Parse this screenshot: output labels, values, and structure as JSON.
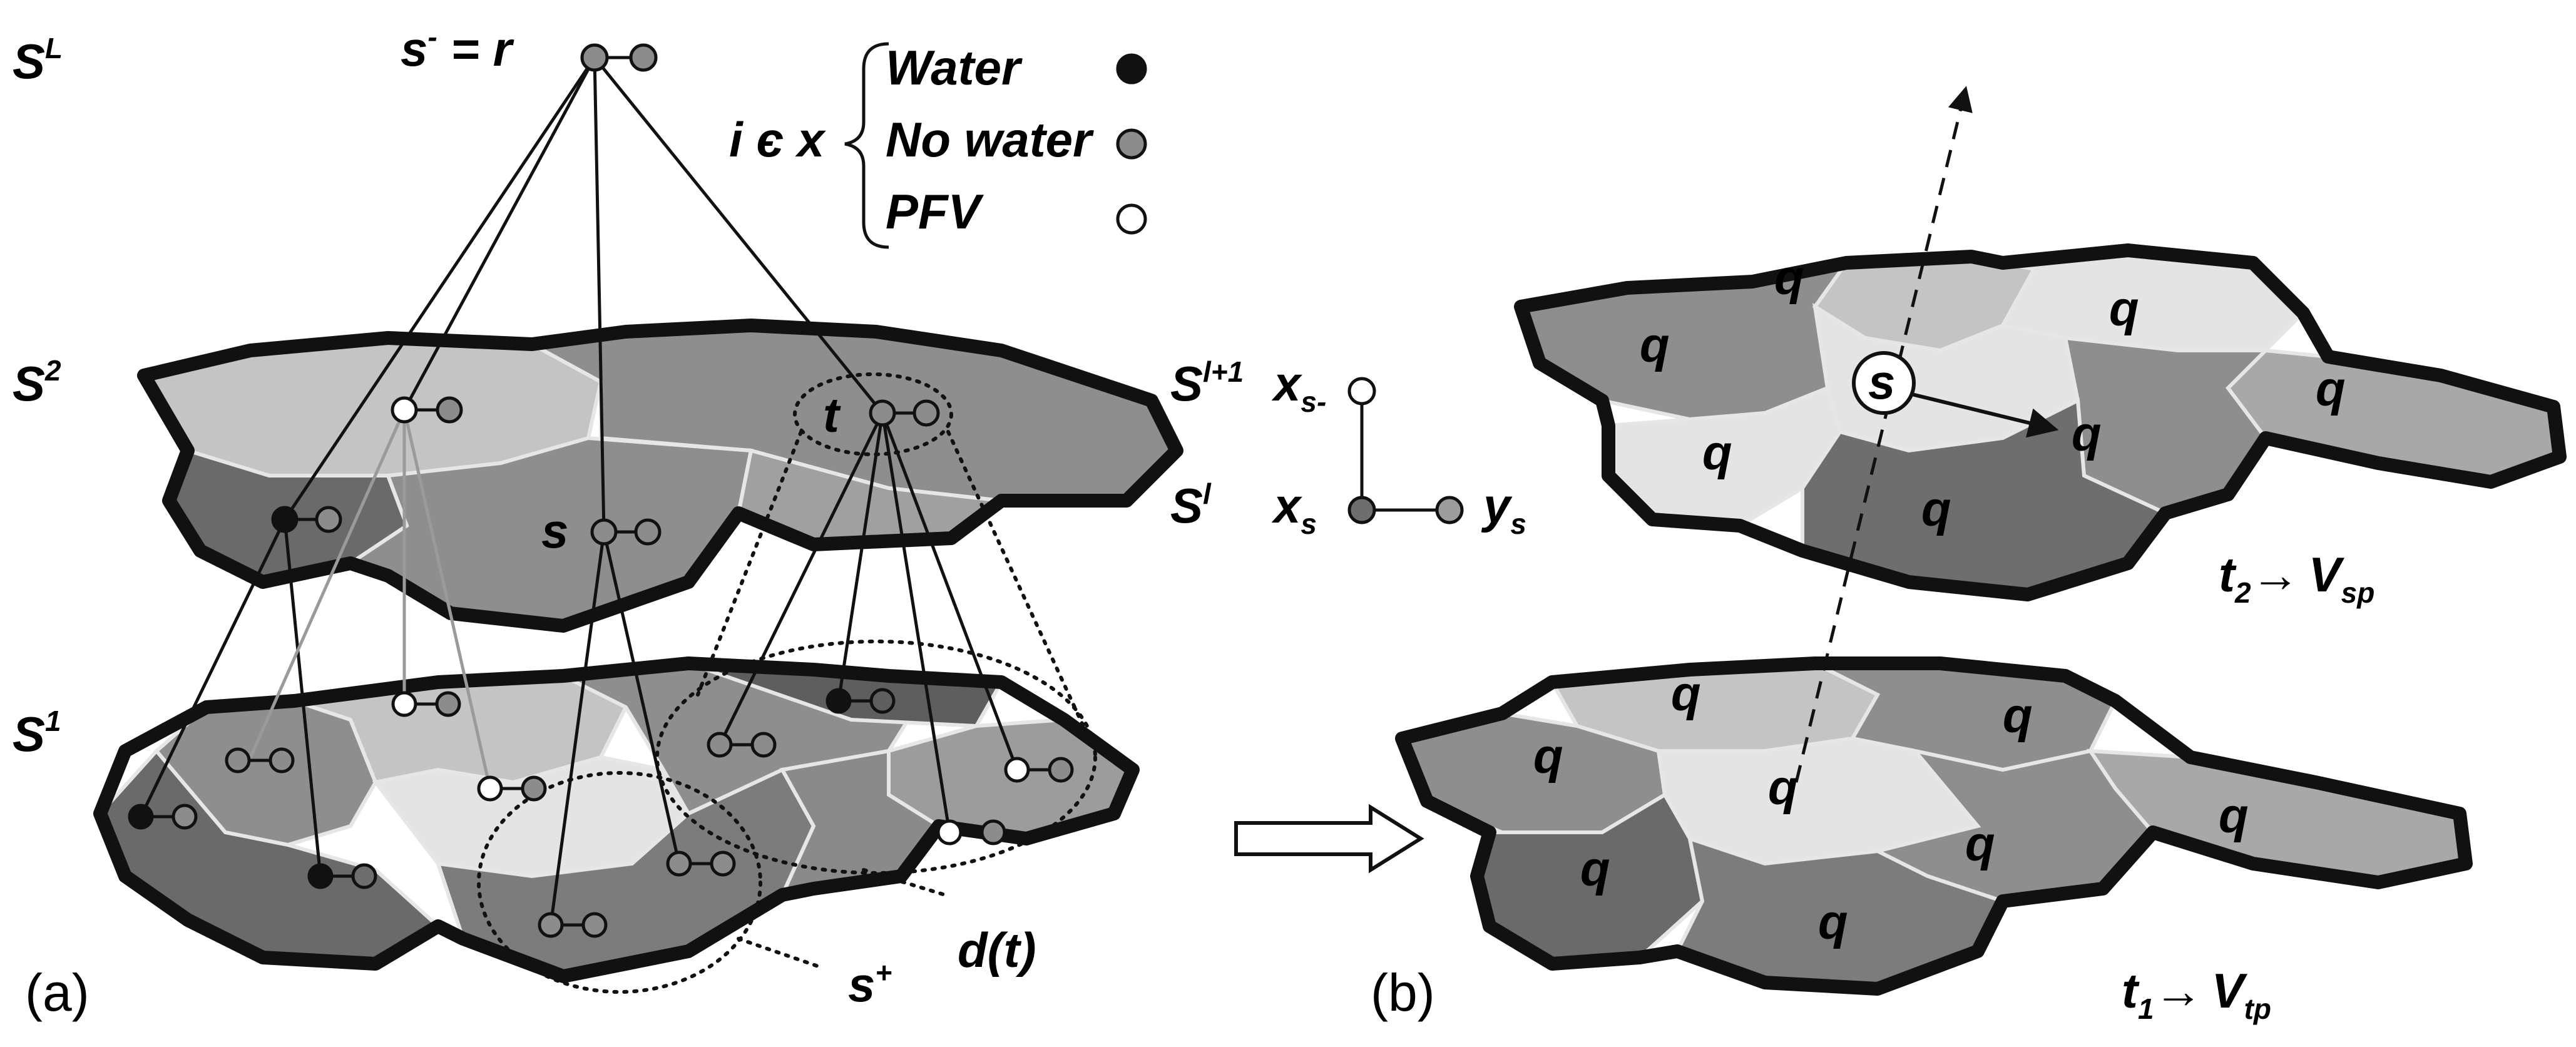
{
  "colors": {
    "water": "#111111",
    "no_water": "#8c8c8c",
    "pfv": "#ffffff",
    "region_dark": "#6e6e6e",
    "region_mid": "#8e8e8e",
    "region_light": "#c4c4c4",
    "region_lighter": "#e4e4e4"
  },
  "panel_a": {
    "label": "(a)",
    "levels": {
      "top": "S",
      "top_sup": "L",
      "upper": "S",
      "upper_sup": "2",
      "lower": "S",
      "lower_sup": "1"
    },
    "root": {
      "left": "s",
      "sup": "-",
      "rest": " = r"
    },
    "node_t": "t",
    "node_s": "s",
    "s_plus": {
      "base": "s",
      "sup": "+"
    },
    "d_t": "d(t)",
    "legend": {
      "prefix": "i є x",
      "items": [
        {
          "label": "Water",
          "kind": "water"
        },
        {
          "label": "No water",
          "kind": "no_water"
        },
        {
          "label": "PFV",
          "kind": "pfv"
        }
      ]
    },
    "hierarchy": {
      "s_upper": "S",
      "s_upper_sup": "l+1",
      "s_lower": "S",
      "s_lower_sup": "l",
      "x_parent": "x",
      "x_parent_sub": "s-",
      "x_s": "x",
      "x_s_sub": "s",
      "y_s": "y",
      "y_s_sub": "s"
    }
  },
  "panel_b": {
    "label": "(b)",
    "q": "q",
    "s": "s",
    "t2": {
      "t": "t",
      "t_sub": "2",
      "arrow": "→",
      "v": "V",
      "v_sub": "sp"
    },
    "t1": {
      "t": "t",
      "t_sub": "1",
      "arrow": "→",
      "v": "V",
      "v_sub": "tp"
    }
  }
}
